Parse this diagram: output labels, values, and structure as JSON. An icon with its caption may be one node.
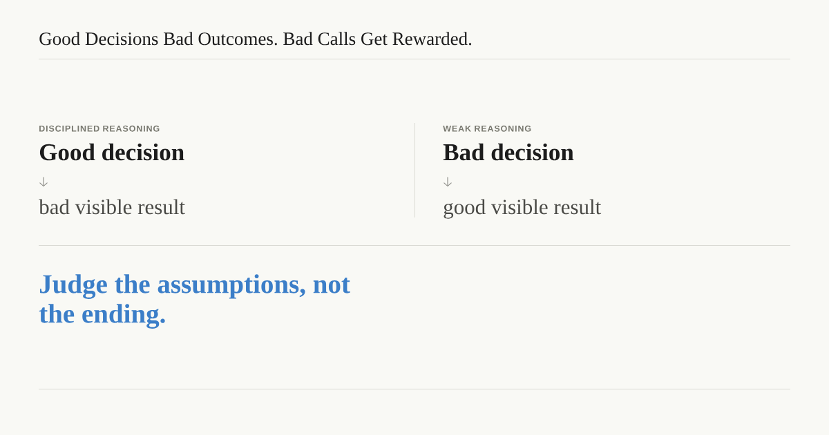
{
  "diagram": {
    "title": "Good Decisions Bad Outcomes. Bad Calls Get Rewarded.",
    "nodes": [
      {
        "text": [
          "DISCIPLINED REASONING",
          "Good decision"
        ]
      },
      {
        "text": [
          "bad visible result"
        ]
      },
      {
        "text": [
          "WEAK REASONING",
          "Bad decision"
        ]
      },
      {
        "text": [
          "good visible result"
        ]
      }
    ],
    "edges": [
      {
        "from": 0,
        "to": 1,
        "arrow": "to"
      },
      {
        "from": 2,
        "to": 3,
        "arrow": "to"
      }
    ],
    "labels": [
      "Judge the assumptions, not the ending."
    ]
  }
}
